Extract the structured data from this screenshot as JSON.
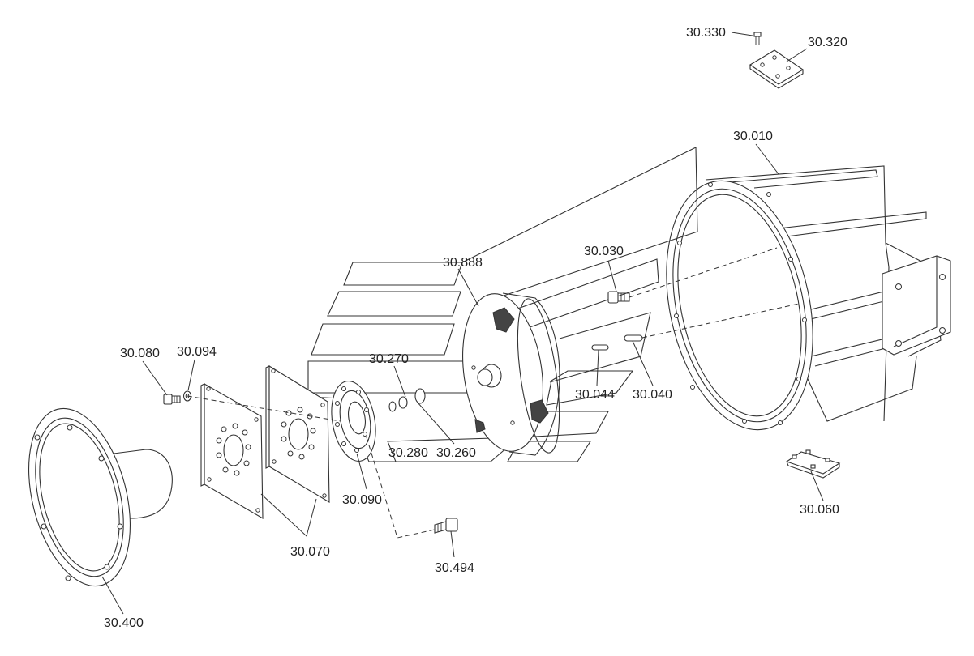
{
  "diagram": {
    "colors": {
      "line": "#333333",
      "label": "#222222",
      "background": "#ffffff"
    },
    "parts": [
      {
        "id": "p30330",
        "label": "30.330"
      },
      {
        "id": "p30320",
        "label": "30.320"
      },
      {
        "id": "p30010",
        "label": "30.010"
      },
      {
        "id": "p30888",
        "label": "30.888"
      },
      {
        "id": "p30030",
        "label": "30.030"
      },
      {
        "id": "p30080",
        "label": "30.080"
      },
      {
        "id": "p30094",
        "label": "30.094"
      },
      {
        "id": "p30270",
        "label": "30.270"
      },
      {
        "id": "p30044",
        "label": "30.044"
      },
      {
        "id": "p30040",
        "label": "30.040"
      },
      {
        "id": "p30280",
        "label": "30.280"
      },
      {
        "id": "p30260",
        "label": "30.260"
      },
      {
        "id": "p30090",
        "label": "30.090"
      },
      {
        "id": "p30060",
        "label": "30.060"
      },
      {
        "id": "p30070",
        "label": "30.070"
      },
      {
        "id": "p30494",
        "label": "30.494"
      },
      {
        "id": "p30400",
        "label": "30.400"
      }
    ]
  }
}
